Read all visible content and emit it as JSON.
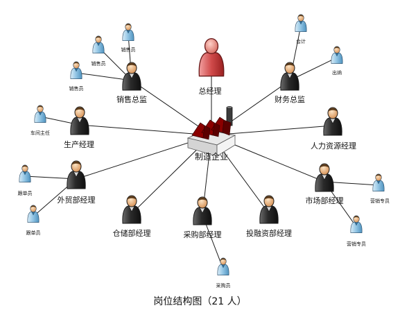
{
  "diagram": {
    "caption": "岗位结构图（21 人）",
    "center": {
      "id": "hub",
      "label": "制造企业",
      "icon": "factory-icon",
      "color": "#8b0000"
    },
    "nodes": [
      {
        "id": "gm",
        "label": "总经理",
        "icon": "manager-person-icon",
        "parent": "hub",
        "variant": "red"
      },
      {
        "id": "sales_dir",
        "label": "销售总监",
        "icon": "person-icon",
        "parent": "hub",
        "variant": "dark"
      },
      {
        "id": "fin_dir",
        "label": "财务总监",
        "icon": "person-icon",
        "parent": "hub",
        "variant": "dark"
      },
      {
        "id": "prod_mgr",
        "label": "生产经理",
        "icon": "person-icon",
        "parent": "hub",
        "variant": "dark"
      },
      {
        "id": "hr_mgr",
        "label": "人力资源经理",
        "icon": "person-icon",
        "parent": "hub",
        "variant": "dark"
      },
      {
        "id": "trade_mgr",
        "label": "外贸部经理",
        "icon": "person-icon",
        "parent": "hub",
        "variant": "dark"
      },
      {
        "id": "mkt_mgr",
        "label": "市场部经理",
        "icon": "person-icon",
        "parent": "hub",
        "variant": "dark"
      },
      {
        "id": "wh_mgr",
        "label": "仓储部经理",
        "icon": "person-icon",
        "parent": "hub",
        "variant": "dark"
      },
      {
        "id": "pur_mgr",
        "label": "采购部经理",
        "icon": "person-icon",
        "parent": "hub",
        "variant": "dark"
      },
      {
        "id": "inv_mgr",
        "label": "投融资部经理",
        "icon": "person-icon",
        "parent": "hub",
        "variant": "dark"
      },
      {
        "id": "sales1",
        "label": "销售员",
        "icon": "staff-person-icon",
        "parent": "sales_dir",
        "variant": "blue"
      },
      {
        "id": "sales2",
        "label": "销售员",
        "icon": "staff-person-icon",
        "parent": "sales_dir",
        "variant": "blue"
      },
      {
        "id": "sales3",
        "label": "销售员",
        "icon": "staff-person-icon",
        "parent": "sales_dir",
        "variant": "blue"
      },
      {
        "id": "accountant",
        "label": "会计",
        "icon": "staff-person-icon",
        "parent": "fin_dir",
        "variant": "blue"
      },
      {
        "id": "cashier",
        "label": "出纳",
        "icon": "staff-person-icon",
        "parent": "fin_dir",
        "variant": "blue"
      },
      {
        "id": "workshop",
        "label": "车间主任",
        "icon": "staff-person-icon",
        "parent": "prod_mgr",
        "variant": "blue"
      },
      {
        "id": "doc1",
        "label": "跟单员",
        "icon": "staff-person-icon",
        "parent": "trade_mgr",
        "variant": "blue"
      },
      {
        "id": "doc2",
        "label": "跟单员",
        "icon": "staff-person-icon",
        "parent": "trade_mgr",
        "variant": "blue"
      },
      {
        "id": "mktspec1",
        "label": "营销专员",
        "icon": "staff-person-icon",
        "parent": "mkt_mgr",
        "variant": "blue"
      },
      {
        "id": "mktspec2",
        "label": "营销专员",
        "icon": "staff-person-icon",
        "parent": "mkt_mgr",
        "variant": "blue"
      },
      {
        "id": "buyer",
        "label": "采购员",
        "icon": "staff-person-icon",
        "parent": "pur_mgr",
        "variant": "blue"
      }
    ]
  }
}
